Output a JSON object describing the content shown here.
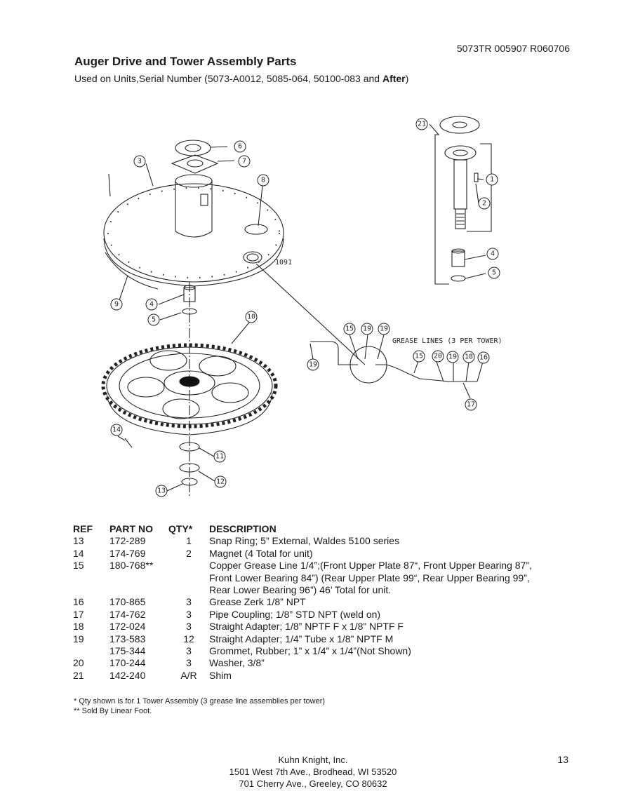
{
  "doc_id": "5073TR 005907 R060706",
  "title": "Auger Drive and Tower Assembly Parts",
  "subtitle_prefix": "Used on Units,Serial Number (5073-A0012, 5085-064, 50100-083 and ",
  "subtitle_bold": "After",
  "subtitle_suffix": ")",
  "diagram": {
    "labels": {
      "grease_lines": "GREASE LINES (3 PER TOWER)",
      "part_1091": "1091"
    },
    "callouts": [
      "1",
      "2",
      "3",
      "4",
      "5",
      "6",
      "7",
      "8",
      "9",
      "10",
      "11",
      "12",
      "13",
      "14",
      "15",
      "16",
      "17",
      "18",
      "19",
      "20",
      "21"
    ]
  },
  "table": {
    "headers": {
      "ref": "REF",
      "part": "PART NO",
      "qty": "QTY*",
      "desc": "DESCRIPTION"
    },
    "rows": [
      {
        "ref": "13",
        "part": "172-289",
        "qty": "1",
        "desc": "Snap Ring; 5” External, Waldes 5100 series"
      },
      {
        "ref": "14",
        "part": "174-769",
        "qty": "2",
        "desc": "Magnet (4 Total for unit)"
      },
      {
        "ref": "15",
        "part": "180-768**",
        "qty": "",
        "desc": "Copper Grease Line 1/4”;(Front  Upper Plate 87“, Front Upper Bearing 87”,"
      },
      {
        "ref": "",
        "part": "",
        "qty": "",
        "desc": "Front Lower Bearing 84”)  (Rear  Upper Plate 99“, Rear Upper Bearing 99”,"
      },
      {
        "ref": "",
        "part": "",
        "qty": "",
        "desc": "Rear Lower Bearing 96”) 46’ Total for unit."
      },
      {
        "ref": "16",
        "part": "170-865",
        "qty": "3",
        "desc": "Grease Zerk 1/8” NPT"
      },
      {
        "ref": "17",
        "part": "174-762",
        "qty": "3",
        "desc": "Pipe Coupling; 1/8” STD NPT (weld on)"
      },
      {
        "ref": "18",
        "part": "172-024",
        "qty": "3",
        "desc": "Straight Adapter; 1/8” NPTF F x 1/8” NPTF F"
      },
      {
        "ref": "19",
        "part": "173-583",
        "qty": "12",
        "desc": "Straight Adapter; 1/4” Tube x 1/8” NPTF M"
      },
      {
        "ref": "",
        "part": "175-344",
        "qty": "3",
        "desc": "Grommet, Rubber; 1” x 1/4” x 1/4”(Not Shown)"
      },
      {
        "ref": "20",
        "part": "170-244",
        "qty": "3",
        "desc": "Washer, 3/8”"
      },
      {
        "ref": "21",
        "part": "142-240",
        "qty": "A/R",
        "desc": "Shim"
      }
    ]
  },
  "notes": [
    "* Qty shown is for 1 Tower Assembly (3 grease line assemblies per tower)",
    "** Sold By Linear Foot."
  ],
  "footer": {
    "company": "Kuhn Knight, Inc.",
    "address1": "1501 West 7th Ave., Brodhead, WI 53520",
    "address2": "701 Cherry Ave.,  Greeley, CO 80632"
  },
  "page_number": "13"
}
